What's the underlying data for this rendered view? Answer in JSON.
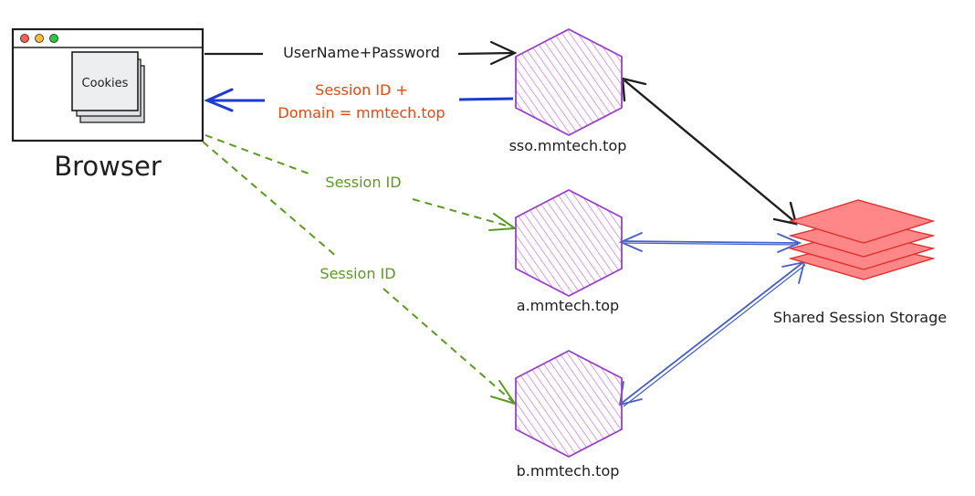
{
  "browser": {
    "title": "Browser",
    "cookies_label": "Cookies",
    "dot_colors": [
      "#ff5f56",
      "#ffbd2e",
      "#27c93f"
    ]
  },
  "edges": {
    "login_label": "UserName+Password",
    "session_return_line1": "Session ID +",
    "session_return_line2": "Domain = mmtech.top",
    "session_a_label": "Session ID",
    "session_b_label": "Session ID"
  },
  "nodes": {
    "sso": "sso.mmtech.top",
    "a": "a.mmtech.top",
    "b": "b.mmtech.top",
    "storage": "Shared Session Storage"
  },
  "colors": {
    "black_edge": "#1e1e1e",
    "blue_edge": "#1f3ad1",
    "blue_light_edge": "#4560c9",
    "green_edge": "#5b9a20",
    "orange_text": "#dc4b12",
    "hex_stroke": "#9b3fcf",
    "hex_fill": "#e6c3f5",
    "storage_fill": "#ff8787",
    "storage_stroke": "#e03131"
  }
}
